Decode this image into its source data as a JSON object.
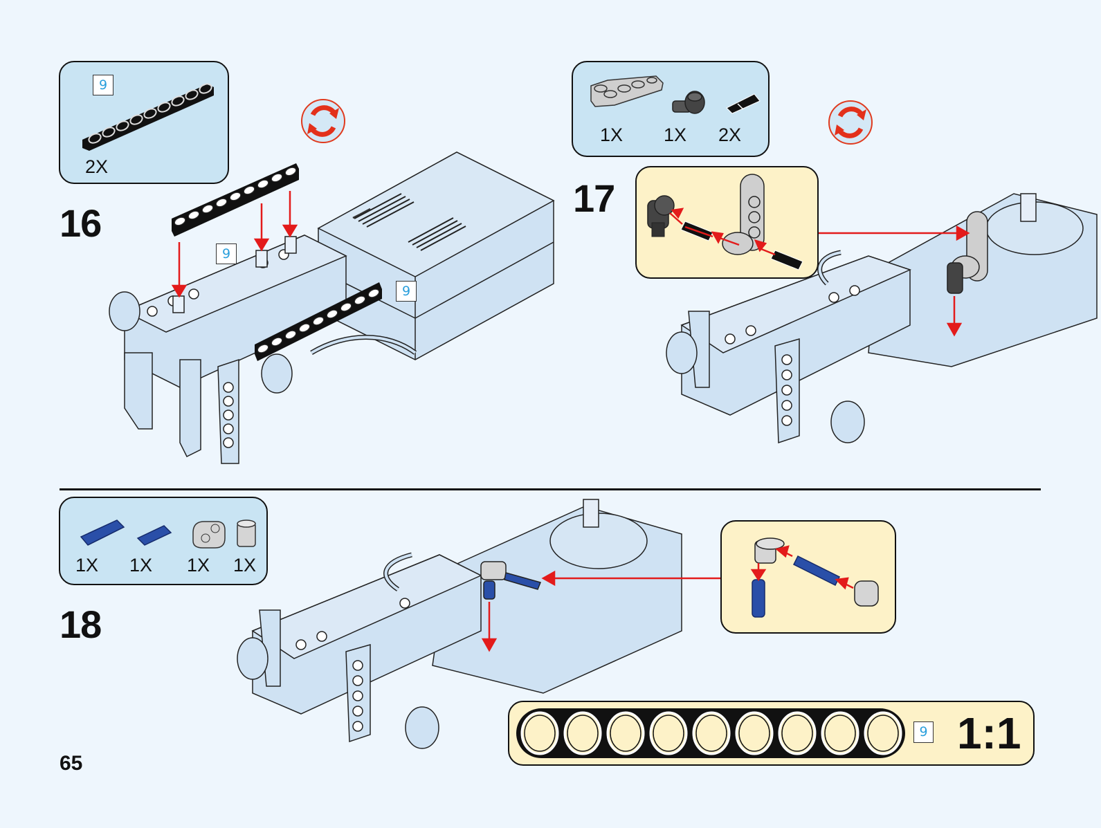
{
  "page": {
    "page_number": "65",
    "background_color": "#eef6fd",
    "parts_box_color": "#c9e4f3",
    "callout_box_color": "#fdf2c8",
    "arrow_color": "#e31b1b",
    "length_tag_color": "#2a9fdc"
  },
  "steps": [
    {
      "number": "16",
      "parts": [
        {
          "name": "black technic beam 9",
          "length_tag": "9",
          "quantity": "2X"
        }
      ],
      "rotate_icon": "rotate-model-icon",
      "length_tags": [
        "9",
        "9"
      ]
    },
    {
      "number": "17",
      "parts": [
        {
          "name": "light gray L-beam 3x5",
          "quantity": "1X"
        },
        {
          "name": "dark gray axle connector with pin",
          "quantity": "1X"
        },
        {
          "name": "black friction pin",
          "quantity": "2X"
        }
      ],
      "rotate_icon": "rotate-model-icon"
    },
    {
      "number": "18",
      "parts": [
        {
          "name": "blue long pin with friction",
          "quantity": "1X"
        },
        {
          "name": "blue axle pin",
          "quantity": "1X"
        },
        {
          "name": "light gray cross block",
          "quantity": "1X"
        },
        {
          "name": "light gray bush",
          "quantity": "1X"
        }
      ]
    }
  ],
  "scale_reference": {
    "part": "black technic beam",
    "length_tag": "9",
    "holes": 9,
    "ratio_label": "1:1"
  }
}
